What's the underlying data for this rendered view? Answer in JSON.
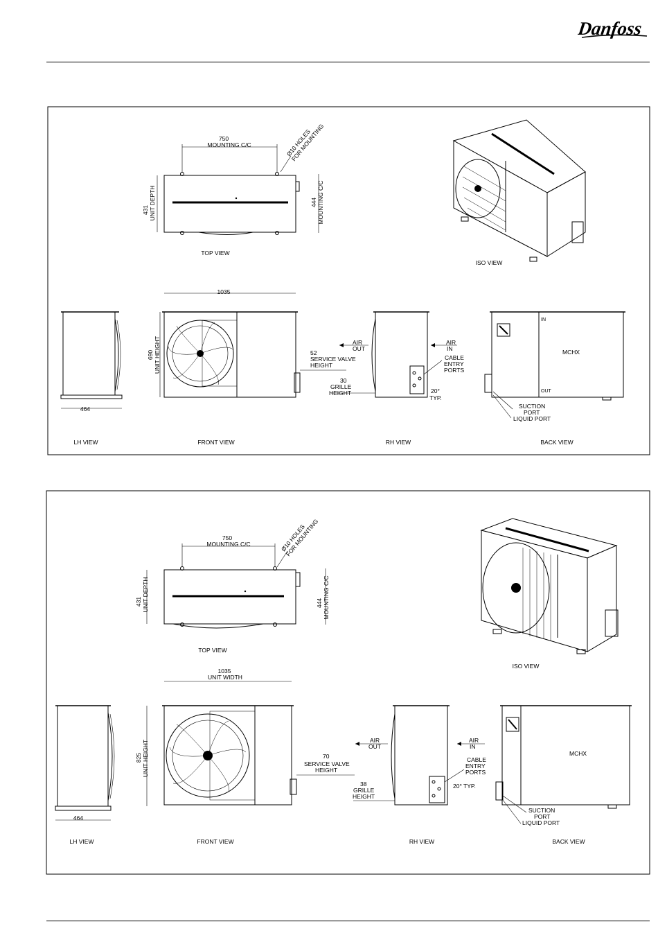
{
  "brand": {
    "logo_text": "Danfoss",
    "color": "#000000"
  },
  "panels": [
    {
      "top_view": {
        "mounting_value": "750",
        "mounting_label": "MOUNTING C/C",
        "holes_1": "Ø10 HOLES",
        "holes_2": "FOR MOUNTING",
        "depth_value": "431",
        "depth_label": "UNIT DEPTH",
        "mount_cc_value": "444",
        "mount_cc_label": "MOUNTING C/C",
        "caption": "TOP  VIEW"
      },
      "iso_caption": "ISO  VIEW",
      "lh": {
        "width": "464",
        "caption": "LH  VIEW"
      },
      "front": {
        "width_value": "1035",
        "width_label": "",
        "height_value": "690",
        "height_label": "UNIT HEIGHT",
        "svc_value": "52",
        "svc_label_1": "SERVICE VALVE",
        "svc_label_2": "HEIGHT",
        "caption": "FRONT  VIEW"
      },
      "rh": {
        "grille_value": "30",
        "grille_label_1": "GRILLE",
        "grille_label_2": "HEIGHT",
        "air_out_1": "AIR",
        "air_out_2": "OUT",
        "air_in_1": "AIR",
        "air_in_2": "IN",
        "cable_1": "CABLE",
        "cable_2": "ENTRY",
        "cable_3": "PORTS",
        "angle_1": "20°",
        "angle_2": "TYP.",
        "caption": "RH  VIEW"
      },
      "back": {
        "mchx": "MCHX",
        "in_tag": "IN",
        "out_tag": "OUT",
        "suction_1": "SUCTION",
        "suction_2": "PORT",
        "liquid": "LIQUID PORT",
        "caption": "BACK  VIEW"
      }
    },
    {
      "top_view": {
        "mounting_value": "750",
        "mounting_label": "MOUNTING C/C",
        "holes_1": "Ø10 HOLES",
        "holes_2": "FOR MOUNTING",
        "depth_value": "431",
        "depth_label": "UNIT DEPTH",
        "mount_cc_value": "444",
        "mount_cc_label": "MOUNTING C/C",
        "caption": "TOP  VIEW"
      },
      "iso_caption": "ISO  VIEW",
      "lh": {
        "width": "464",
        "caption": "LH  VIEW"
      },
      "front": {
        "width_value": "1035",
        "width_label": "UNIT WIDTH",
        "height_value": "825",
        "height_label": "UNIT HEIGHT",
        "svc_value": "70",
        "svc_label_1": "SERVICE VALVE",
        "svc_label_2": "HEIGHT",
        "caption": "FRONT  VIEW"
      },
      "rh": {
        "grille_value": "38",
        "grille_label_1": "GRILLE",
        "grille_label_2": "HEIGHT",
        "air_out_1": "AIR",
        "air_out_2": "OUT",
        "air_in_1": "AIR",
        "air_in_2": "IN",
        "cable_1": "CABLE",
        "cable_2": "ENTRY",
        "cable_3": "PORTS",
        "angle_1": "20° TYP.",
        "angle_2": "",
        "caption": "RH  VIEW"
      },
      "back": {
        "mchx": "MCHX",
        "in_tag": "",
        "out_tag": "",
        "suction_1": "SUCTION",
        "suction_2": "PORT",
        "liquid": "LIQUID PORT",
        "caption": "BACK  VIEW"
      }
    }
  ]
}
